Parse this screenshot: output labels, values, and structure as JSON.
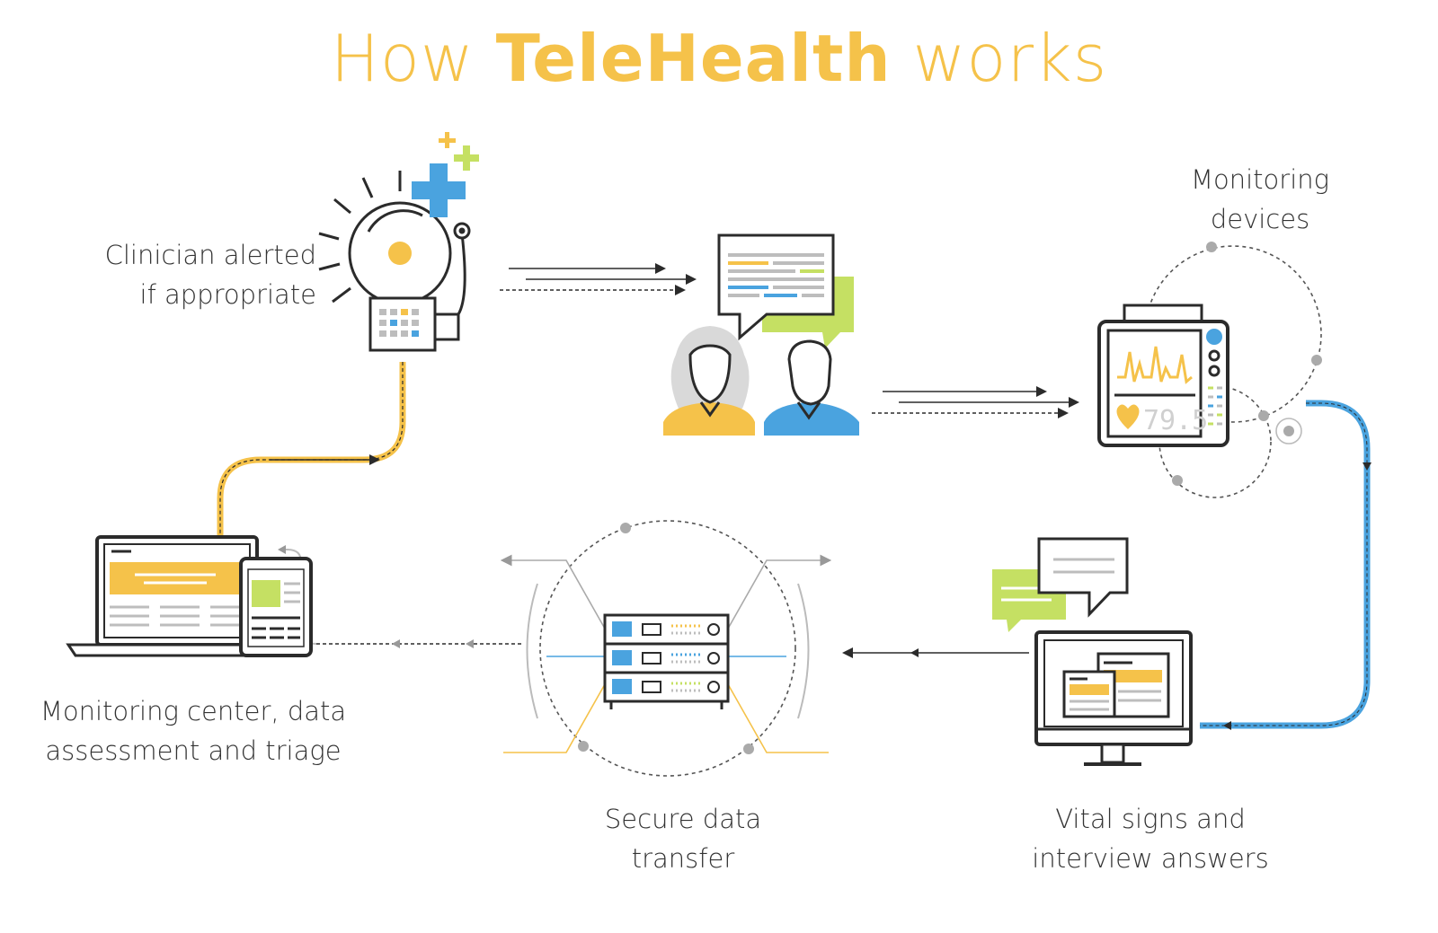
{
  "title": {
    "prefix": "How ",
    "emphasis": "TeleHealth",
    "suffix": " works"
  },
  "steps": {
    "clinician": {
      "line1": "Clinician alerted",
      "line2": "if appropriate"
    },
    "monitoring_devices": {
      "line1": "Monitoring",
      "line2": "devices"
    },
    "monitoring_center": {
      "line1": "Monitoring center, data",
      "line2": "assessment and triage"
    },
    "secure_transfer": {
      "line1": "Secure data",
      "line2": "transfer"
    },
    "vital_signs": {
      "line1": "Vital signs and",
      "line2": "interview answers"
    }
  },
  "monitor_readout": "79.5",
  "colors": {
    "yellow": "#f5c24a",
    "blue": "#4aa3df",
    "green": "#c5e063",
    "dark": "#2b2b2b",
    "gray": "#bdbdbd"
  },
  "icons": [
    "alarm-bell-icon",
    "medical-cross-icon",
    "chat-people-icon",
    "vital-monitor-icon",
    "desktop-monitor-icon",
    "server-rack-icon",
    "laptop-tablet-icon"
  ]
}
